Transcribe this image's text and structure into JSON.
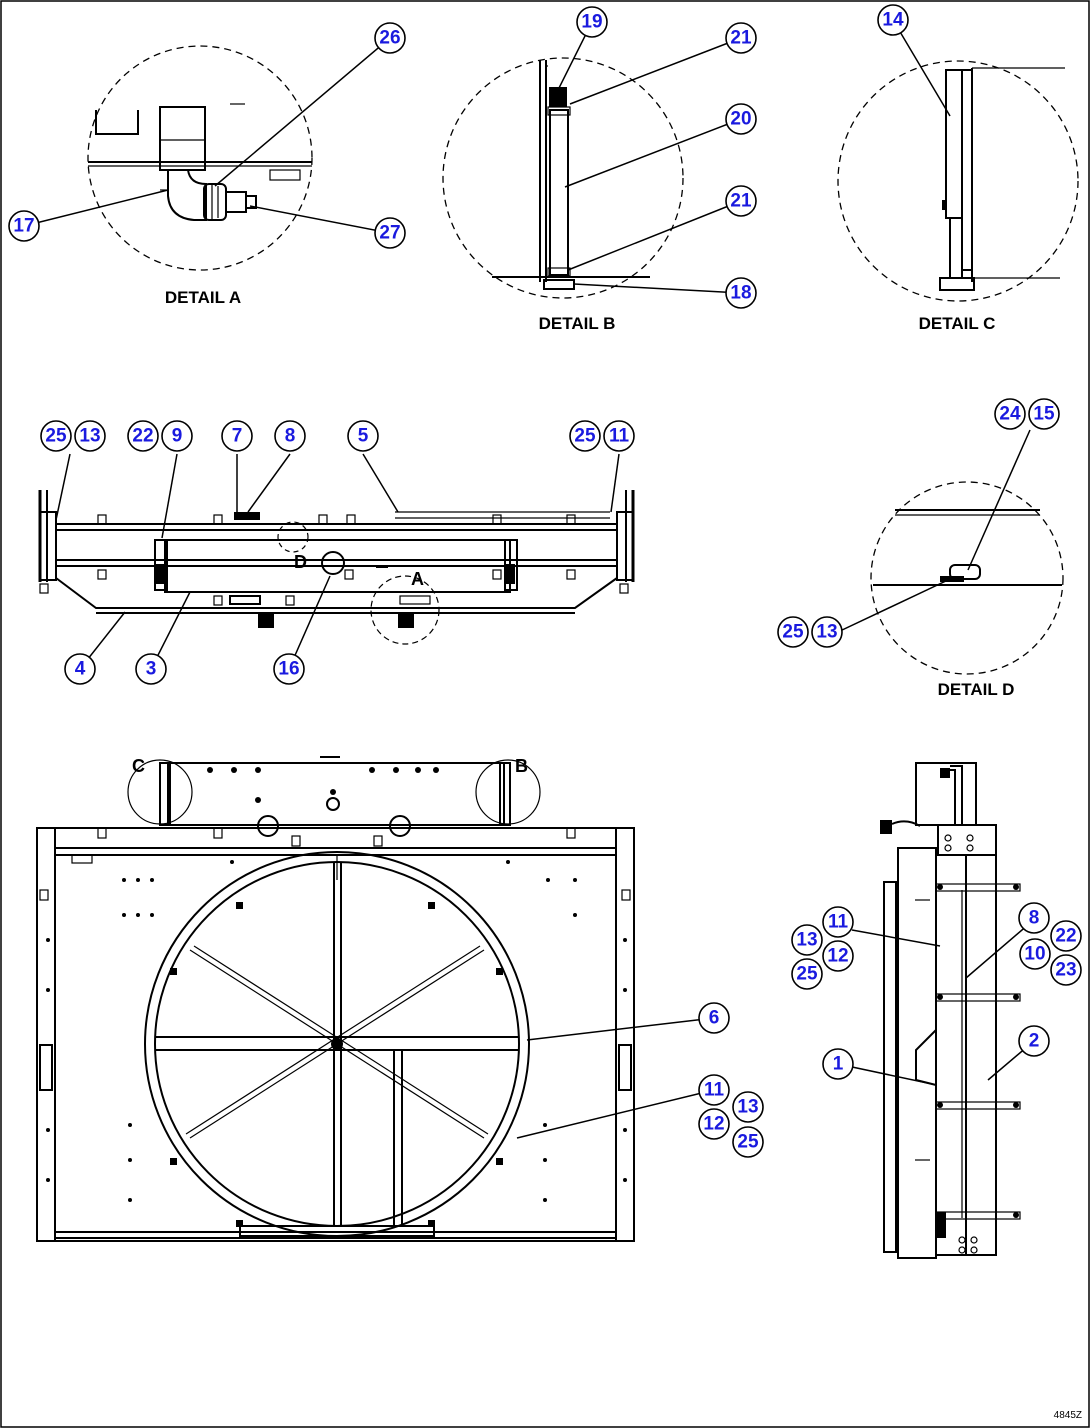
{
  "captions": {
    "detail_a": "DETAIL A",
    "detail_b": "DETAIL B",
    "detail_c": "DETAIL C",
    "detail_d": "DETAIL D"
  },
  "detail_letters": {
    "a": "A",
    "b": "B",
    "c": "C",
    "d": "D"
  },
  "drawing_code": "4845Z",
  "balloons": {
    "a_26": "26",
    "a_17": "17",
    "a_27": "27",
    "b_19": "19",
    "b_21a": "21",
    "b_20": "20",
    "b_21b": "21",
    "b_18": "18",
    "c_14": "14",
    "top_25a": "25",
    "top_13a": "13",
    "top_22": "22",
    "top_9": "9",
    "top_7": "7",
    "top_8": "8",
    "top_5": "5",
    "top_25b": "25",
    "top_11": "11",
    "top_4": "4",
    "top_3": "3",
    "top_16": "16",
    "d_24": "24",
    "d_15": "15",
    "d_25": "25",
    "d_13": "13",
    "front_6": "6",
    "front_11": "11",
    "front_13": "13",
    "front_12": "12",
    "front_25": "25",
    "side_11": "11",
    "side_13": "13",
    "side_12": "12",
    "side_25": "25",
    "side_8": "8",
    "side_22": "22",
    "side_10": "10",
    "side_23": "23",
    "side_1": "1",
    "side_2": "2"
  }
}
